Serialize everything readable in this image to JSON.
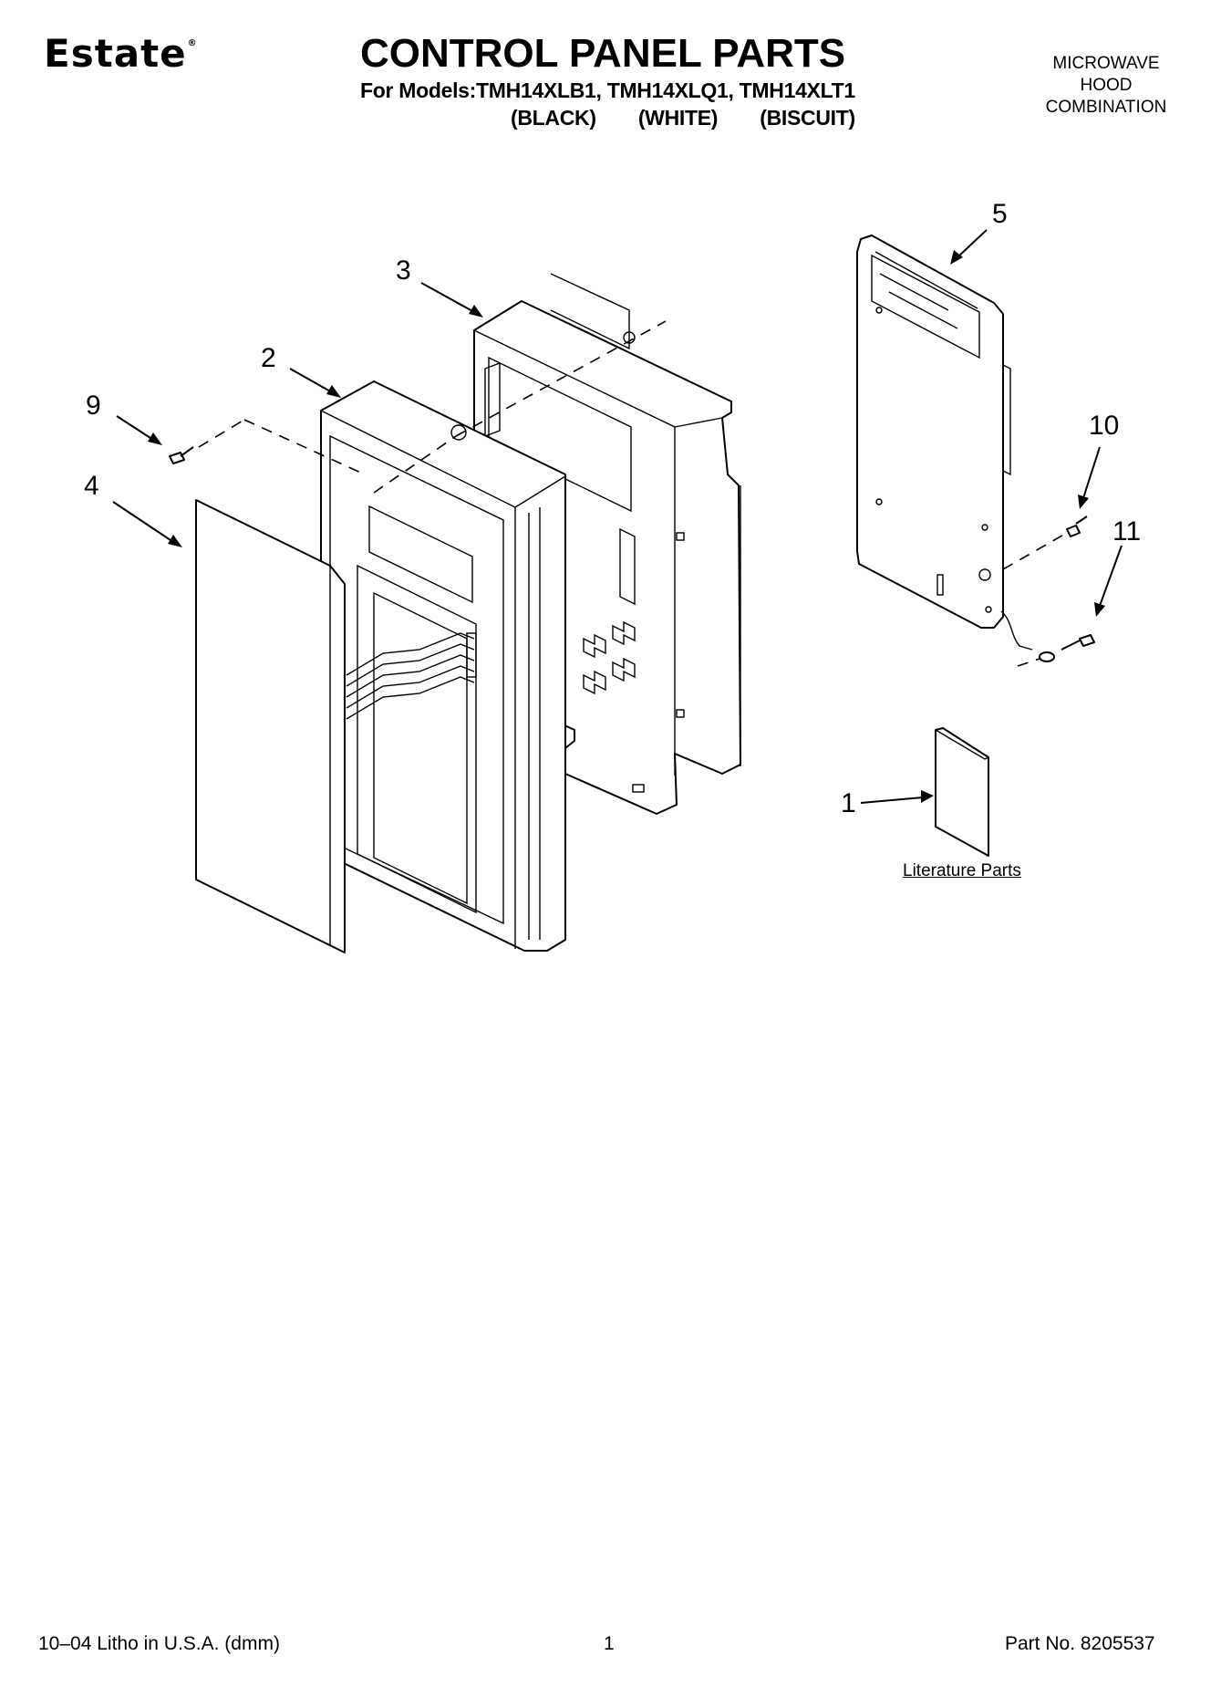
{
  "header": {
    "brand": "Estate",
    "brand_mark": "®",
    "title": "CONTROL PANEL PARTS",
    "models": "For Models:TMH14XLB1, TMH14XLQ1, TMH14XLT1",
    "colors": [
      "(BLACK)",
      "(WHITE)",
      "(BISCUIT)"
    ],
    "product_type": [
      "MICROWAVE",
      "HOOD",
      "COMBINATION"
    ]
  },
  "diagram": {
    "callouts": {
      "c1": "1",
      "c2": "2",
      "c3": "3",
      "c4": "4",
      "c5": "5",
      "c9": "9",
      "c10": "10",
      "c11": "11"
    },
    "literature_label": "Literature Parts"
  },
  "footer": {
    "litho": "10–04 Litho in U.S.A. (dmm)",
    "page": "1",
    "part_no": "Part No. 8205537"
  }
}
